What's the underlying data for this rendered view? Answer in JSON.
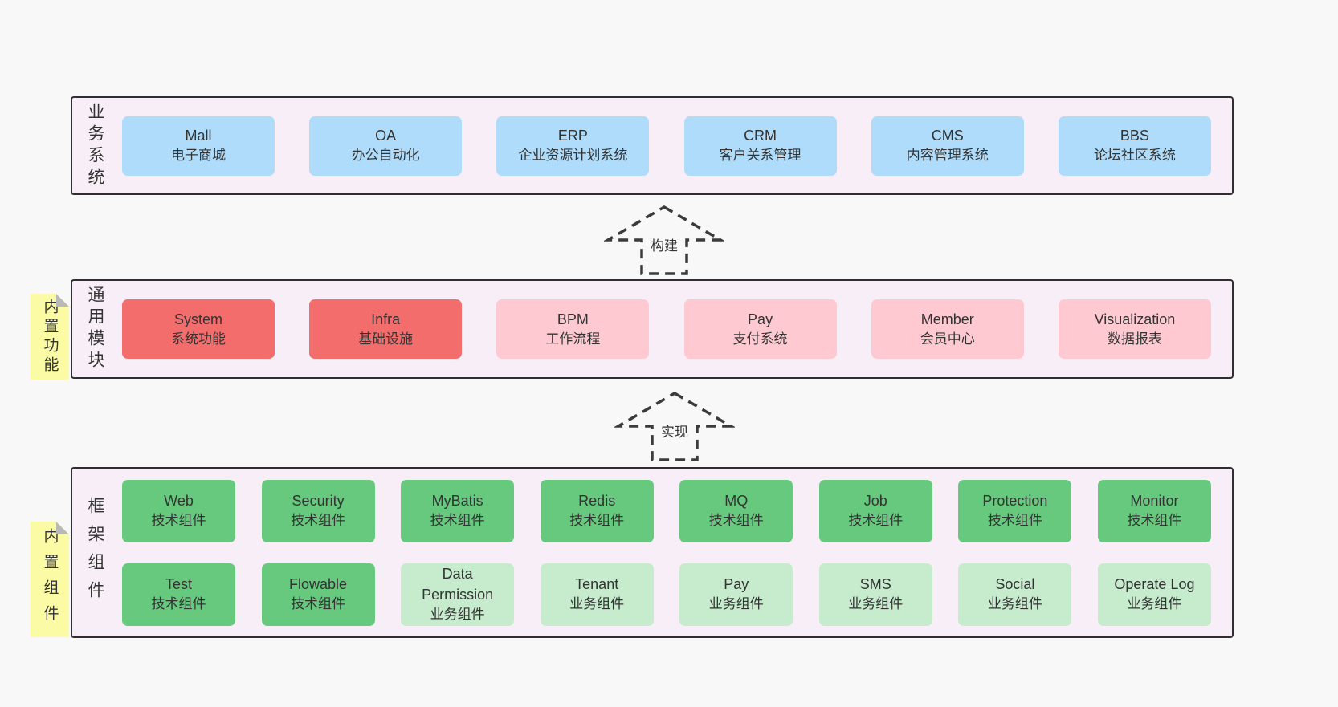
{
  "arrows": {
    "build": {
      "label": "构建"
    },
    "implement": {
      "label": "实现"
    }
  },
  "layers": {
    "business": {
      "label": "业务系统",
      "boxes": [
        {
          "name": "Mall",
          "desc": "电子商城"
        },
        {
          "name": "OA",
          "desc": "办公自动化"
        },
        {
          "name": "ERP",
          "desc": "企业资源计划系统"
        },
        {
          "name": "CRM",
          "desc": "客户关系管理"
        },
        {
          "name": "CMS",
          "desc": "内容管理系统"
        },
        {
          "name": "BBS",
          "desc": "论坛社区系统"
        }
      ]
    },
    "modules": {
      "label": "通用模块",
      "note": "内置功能",
      "boxes": [
        {
          "name": "System",
          "desc": "系统功能",
          "variant": "red"
        },
        {
          "name": "Infra",
          "desc": "基础设施",
          "variant": "red"
        },
        {
          "name": "BPM",
          "desc": "工作流程",
          "variant": "pink"
        },
        {
          "name": "Pay",
          "desc": "支付系统",
          "variant": "pink"
        },
        {
          "name": "Member",
          "desc": "会员中心",
          "variant": "pink"
        },
        {
          "name": "Visualization",
          "desc": "数据报表",
          "variant": "pink"
        }
      ]
    },
    "components": {
      "label": "框架组件",
      "note": "内置组件",
      "row1": [
        {
          "name": "Web",
          "desc": "技术组件",
          "variant": "green"
        },
        {
          "name": "Security",
          "desc": "技术组件",
          "variant": "green"
        },
        {
          "name": "MyBatis",
          "desc": "技术组件",
          "variant": "green"
        },
        {
          "name": "Redis",
          "desc": "技术组件",
          "variant": "green"
        },
        {
          "name": "MQ",
          "desc": "技术组件",
          "variant": "green"
        },
        {
          "name": "Job",
          "desc": "技术组件",
          "variant": "green"
        },
        {
          "name": "Protection",
          "desc": "技术组件",
          "variant": "green"
        },
        {
          "name": "Monitor",
          "desc": "技术组件",
          "variant": "green"
        }
      ],
      "row2": [
        {
          "name": "Test",
          "desc": "技术组件",
          "variant": "green"
        },
        {
          "name": "Flowable",
          "desc": "技术组件",
          "variant": "green"
        },
        {
          "name": "Data Permission",
          "desc": "业务组件",
          "variant": "lightgreen"
        },
        {
          "name": "Tenant",
          "desc": "业务组件",
          "variant": "lightgreen"
        },
        {
          "name": "Pay",
          "desc": "业务组件",
          "variant": "lightgreen"
        },
        {
          "name": "SMS",
          "desc": "业务组件",
          "variant": "lightgreen"
        },
        {
          "name": "Social",
          "desc": "业务组件",
          "variant": "lightgreen"
        },
        {
          "name": "Operate Log",
          "desc": "业务组件",
          "variant": "lightgreen"
        }
      ]
    }
  },
  "colors": {
    "background": "#f8f8f8",
    "container_fill": "#f7eef7",
    "container_border": "#2f2f2f",
    "blue_box": "#aedcfa",
    "red_box": "#f36d6d",
    "pink_box": "#ffc9d2",
    "green_box": "#66c97e",
    "light_green_box": "#c6ebcd",
    "sticky_note": "#fbfba5",
    "sticky_fold": "#b9b9b9",
    "text": "#333333"
  }
}
